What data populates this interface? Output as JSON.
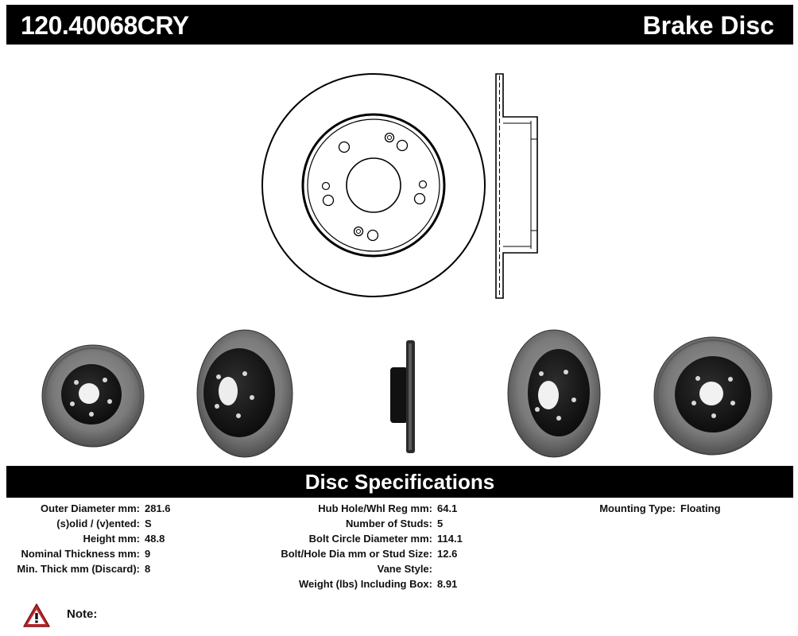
{
  "header": {
    "part_number": "120.40068CRY",
    "product_type": "Brake Disc"
  },
  "specs_header": "Disc Specifications",
  "specs": {
    "left": [
      {
        "label": "Outer Diameter mm:",
        "value": "281.6"
      },
      {
        "label": "(s)olid / (v)ented:",
        "value": "S"
      },
      {
        "label": "Height mm:",
        "value": "48.8"
      },
      {
        "label": "Nominal Thickness mm:",
        "value": "9"
      },
      {
        "label": "Min. Thick mm (Discard):",
        "value": "8"
      }
    ],
    "middle": [
      {
        "label": "Hub Hole/Whl Reg mm:",
        "value": "64.1"
      },
      {
        "label": "Number of Studs:",
        "value": "5"
      },
      {
        "label": "Bolt Circle Diameter mm:",
        "value": "114.1"
      },
      {
        "label": "Bolt/Hole Dia mm or Stud Size:",
        "value": "12.6"
      },
      {
        "label": "Vane Style:",
        "value": ""
      },
      {
        "label": "Weight (lbs) Including Box:",
        "value": "8.91"
      }
    ],
    "right": [
      {
        "label": "Mounting Type:",
        "value": "Floating"
      }
    ]
  },
  "note": {
    "label": "Note:",
    "icon": "warning-triangle-icon",
    "icon_color": "#c0282d"
  },
  "colors": {
    "bar": "#000000",
    "disc_face": "#7d7d7d",
    "hat": "#1b1b1b"
  }
}
